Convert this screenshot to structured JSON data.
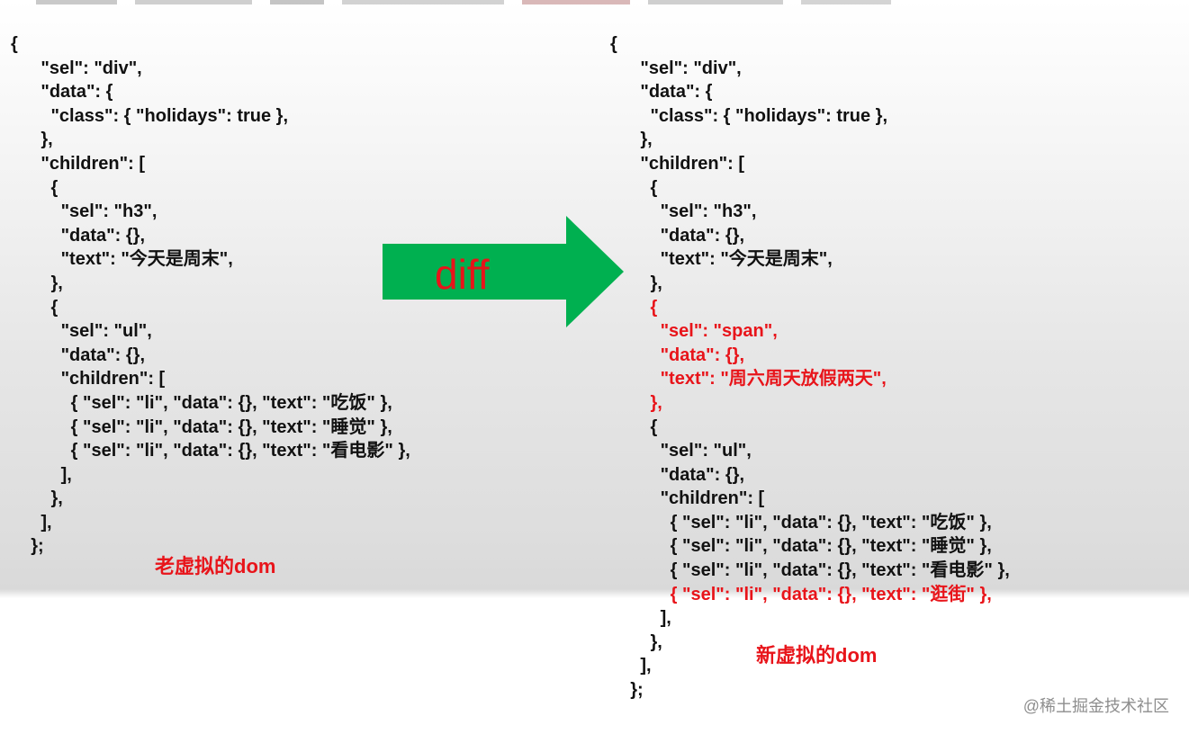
{
  "left": {
    "lines": [
      "{",
      "      \"sel\": \"div\",",
      "      \"data\": {",
      "        \"class\": { \"holidays\": true },",
      "      },",
      "      \"children\": [",
      "        {",
      "          \"sel\": \"h3\",",
      "          \"data\": {},",
      "          \"text\": \"今天是周末\",",
      "        },",
      "        {",
      "          \"sel\": \"ul\",",
      "          \"data\": {},",
      "          \"children\": [",
      "            { \"sel\": \"li\", \"data\": {}, \"text\": \"吃饭\" },",
      "            { \"sel\": \"li\", \"data\": {}, \"text\": \"睡觉\" },",
      "            { \"sel\": \"li\", \"data\": {}, \"text\": \"看电影\" },",
      "          ],",
      "        },",
      "      ],",
      "    };"
    ],
    "caption": "老虚拟的dom"
  },
  "right": {
    "lines": [
      "{",
      "      \"sel\": \"div\",",
      "      \"data\": {",
      "        \"class\": { \"holidays\": true },",
      "      },",
      "      \"children\": [",
      "        {",
      "          \"sel\": \"h3\",",
      "          \"data\": {},",
      "          \"text\": \"今天是周末\",",
      "        },",
      "        {",
      "          \"sel\": \"span\",",
      "          \"data\": {},",
      "          \"text\": \"周六周天放假两天\",",
      "        },",
      "        {",
      "          \"sel\": \"ul\",",
      "          \"data\": {},",
      "          \"children\": [",
      "            { \"sel\": \"li\", \"data\": {}, \"text\": \"吃饭\" },",
      "            { \"sel\": \"li\", \"data\": {}, \"text\": \"睡觉\" },",
      "            { \"sel\": \"li\", \"data\": {}, \"text\": \"看电影\" },",
      "            { \"sel\": \"li\", \"data\": {}, \"text\": \"逛街\" },",
      "          ],",
      "        },",
      "      ],",
      "    };"
    ],
    "highlighted_lines": [
      11,
      12,
      13,
      14,
      15,
      23
    ],
    "caption": "新虚拟的dom"
  },
  "arrow": {
    "label": "diff",
    "color": "#00b050",
    "label_color": "#e8141a"
  },
  "watermark": "@稀土掘金技术社区",
  "colors": {
    "text": "#111111",
    "highlight": "#e8141a"
  }
}
